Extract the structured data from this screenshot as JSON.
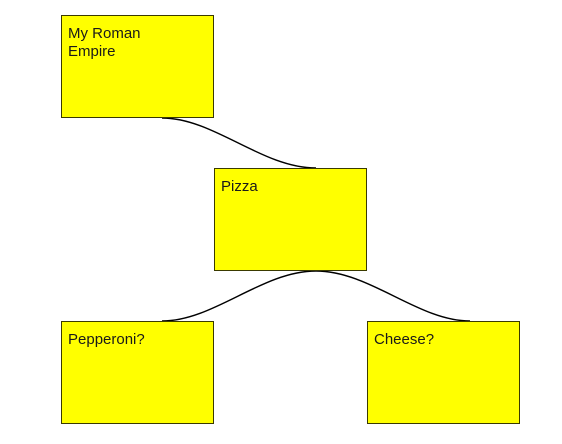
{
  "mindmap": {
    "nodes": [
      {
        "id": "root",
        "text": "My Roman\nEmpire"
      },
      {
        "id": "pizza",
        "text": "Pizza"
      },
      {
        "id": "pepperoni",
        "text": "Pepperoni?"
      },
      {
        "id": "cheese",
        "text": "Cheese?"
      }
    ],
    "edges": [
      {
        "from": "root",
        "to": "pizza"
      },
      {
        "from": "pizza",
        "to": "pepperoni"
      },
      {
        "from": "pizza",
        "to": "cheese"
      }
    ],
    "node_color": "#ffff00",
    "line_color": "#000000"
  }
}
